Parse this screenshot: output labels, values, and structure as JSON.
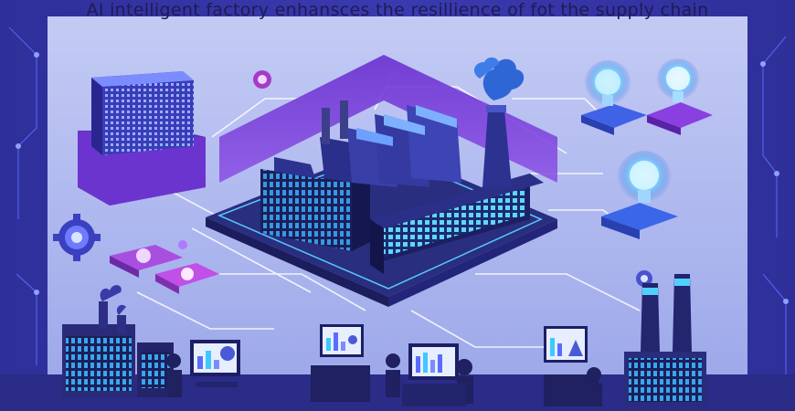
{
  "title": "AI intelligent factory enhansces the resillience of fot the supply chain",
  "colors": {
    "background_outer": "#2a2a8e",
    "panel": "#b9c2f0",
    "factory_dark": "#1f2160",
    "factory_glow": "#4fd0ff",
    "accent_purple": "#7a3fd8",
    "accent_cyan": "#3fc8ff",
    "bulb_glow": "#7fd7ff"
  },
  "icons": [
    "ai-server-cube",
    "factory",
    "smokestack",
    "lightbulb-idea",
    "gear",
    "worker-at-computer",
    "monitor-chart",
    "network-circuit"
  ]
}
